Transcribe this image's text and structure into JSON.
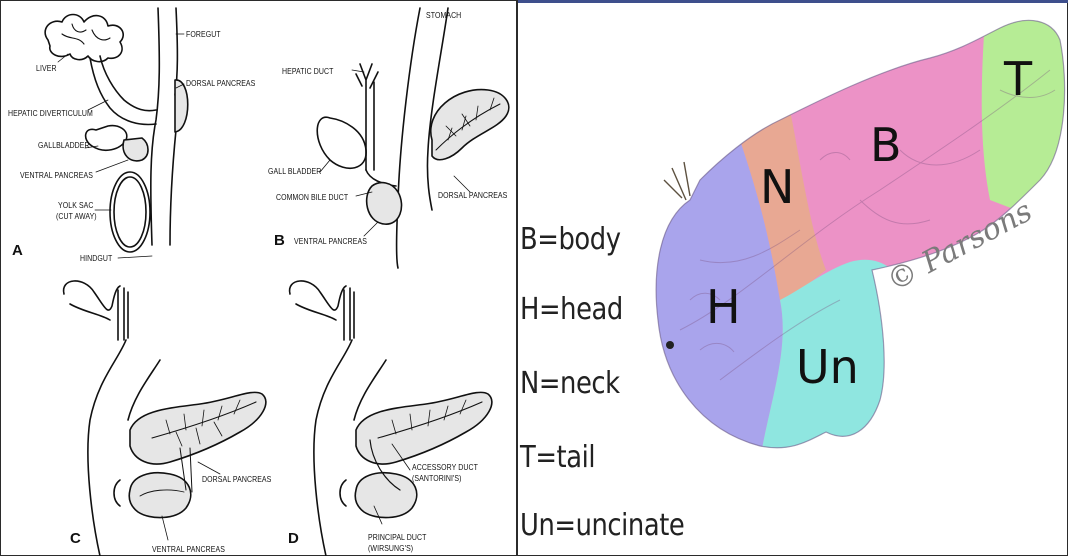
{
  "left_panel": {
    "a_labels": {
      "liver": "LIVER",
      "foregut": "FOREGUT",
      "dorsal_pancreas": "DORSAL PANCREAS",
      "hepatic_diverticulum": "HEPATIC DIVERTICULUM",
      "gallbladder": "GALLBLADDER",
      "ventral_pancreas": "VENTRAL PANCREAS",
      "yolk_sac_1": "YOLK SAC",
      "yolk_sac_2": "(CUT AWAY)",
      "hindgut": "HINDGUT",
      "panel": "A"
    },
    "b_labels": {
      "stomach": "STOMACH",
      "hepatic_duct": "HEPATIC DUCT",
      "gall_bladder": "GALL BLADDER",
      "common_bile_duct": "COMMON BILE DUCT",
      "dorsal_pancreas": "DORSAL PANCREAS",
      "ventral_pancreas": "VENTRAL PANCREAS",
      "panel": "B"
    },
    "c_labels": {
      "dorsal_pancreas": "DORSAL PANCREAS",
      "ventral_pancreas": "VENTRAL PANCREAS",
      "panel": "C"
    },
    "d_labels": {
      "accessory_duct_1": "ACCESSORY DUCT",
      "accessory_duct_2": "(SANTORINI'S)",
      "principal_duct_1": "PRINCIPAL DUCT",
      "principal_duct_2": "(WIRSUNG'S)",
      "panel": "D"
    }
  },
  "right_panel": {
    "legend": [
      "B=body",
      "H=head",
      "N=neck",
      "T=tail",
      "Un=uncinate"
    ],
    "regions": {
      "head": "H",
      "neck": "N",
      "body": "B",
      "tail": "T",
      "uncinate": "Un"
    },
    "signature": "© Parsons",
    "colors": {
      "head": "#a9a4ec",
      "neck": "#e8a893",
      "body": "#ec92c6",
      "tail": "#b6ec95",
      "uncinate": "#8fe6e0",
      "accent": "#3e4f8c"
    }
  }
}
